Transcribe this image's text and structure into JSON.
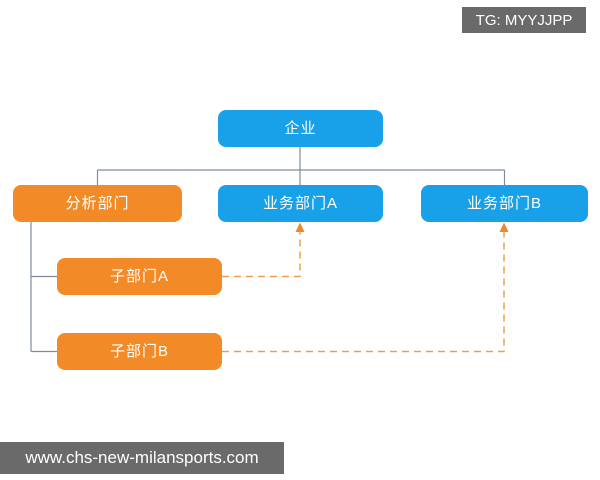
{
  "watermarks": {
    "telegram_badge": "TG: MYYJJPP",
    "site_url": "www.chs-new-milansports.com"
  },
  "colors": {
    "node_blue": "#18A0E8",
    "node_orange": "#F28B27",
    "connector_solid": "#7E8C9E",
    "connector_dashed": "#E9A14F",
    "arrowhead_orange": "#E9882E",
    "badge_gray": "#6A6A6A",
    "background": "#FFFFFF",
    "text_white": "#FFFFFF"
  },
  "diagram": {
    "type": "org-chart",
    "nodes": [
      {
        "id": "enterprise",
        "label": "企业",
        "color": "blue"
      },
      {
        "id": "analysis-dept",
        "label": "分析部门",
        "color": "orange"
      },
      {
        "id": "business-dept-a",
        "label": "业务部门A",
        "color": "blue"
      },
      {
        "id": "business-dept-b",
        "label": "业务部门B",
        "color": "blue"
      },
      {
        "id": "sub-dept-a",
        "label": "子部门A",
        "color": "orange"
      },
      {
        "id": "sub-dept-b",
        "label": "子部门B",
        "color": "orange"
      }
    ],
    "edges": [
      {
        "from": "企业",
        "to": "分析部门",
        "style": "solid"
      },
      {
        "from": "企业",
        "to": "业务部门A",
        "style": "solid"
      },
      {
        "from": "企业",
        "to": "业务部门B",
        "style": "solid"
      },
      {
        "from": "分析部门",
        "to": "子部门A",
        "style": "solid"
      },
      {
        "from": "分析部门",
        "to": "子部门B",
        "style": "solid"
      },
      {
        "from": "子部门A",
        "to": "业务部门A",
        "style": "dashed-arrow"
      },
      {
        "from": "子部门B",
        "to": "业务部门B",
        "style": "dashed-arrow"
      }
    ]
  }
}
